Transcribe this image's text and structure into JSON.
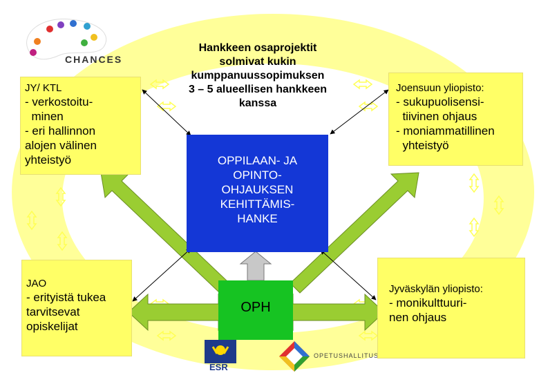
{
  "logos": {
    "chances": "CHANCES",
    "esr": "ESR",
    "opetushallitus": "OPETUSHALLITUS"
  },
  "boxes": {
    "jy_ktl": {
      "title": "JY/ KTL",
      "lines": [
        "- verkostoitu-",
        "  minen",
        "- eri hallinnon",
        "alojen välinen",
        "yhteistyö"
      ]
    },
    "jao": {
      "title": "JAO",
      "lines": [
        "- erityistä tukea",
        "tarvitsevat",
        "opiskelijat"
      ]
    },
    "joensuu": {
      "title": "Joensuun yliopisto:",
      "lines": [
        "- sukupuolisensi-",
        "  tiivinen ohjaus",
        "- moniammatillinen",
        "  yhteistyö"
      ]
    },
    "jyvaskyla": {
      "title": "Jyväskylän yliopisto:",
      "lines": [
        "- monikulttuuri-",
        "nen ohjaus"
      ]
    }
  },
  "center": {
    "top_text": [
      "Hankkeen osaprojektit",
      "solmivat kukin",
      "kumppanuussopimuksen",
      "3 – 5 alueellisen hankkeen",
      "kanssa"
    ],
    "project_lines": [
      "OPPILAAN- JA",
      "OPINTO-",
      "OHJAUKSEN",
      "KEHITTÄMIS-",
      "HANKE"
    ],
    "oph": "OPH"
  },
  "colors": {
    "ring": "#ffff99",
    "box": "#ffff66",
    "project": "#1437d6",
    "oph": "#16c322",
    "arrow": "#9acd32",
    "up_arrow": "#c8c8c8"
  }
}
